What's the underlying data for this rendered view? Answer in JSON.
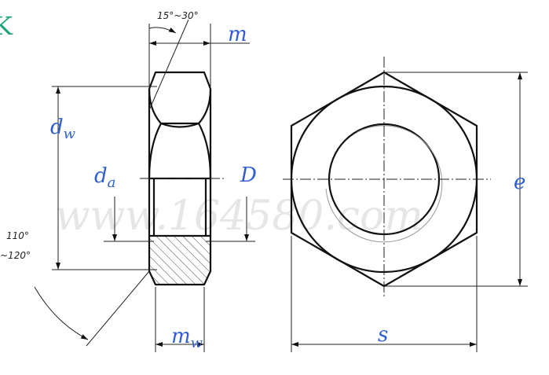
{
  "diagram": {
    "labels": {
      "d_w": "d",
      "d_w_sub": "w",
      "d_a": "d",
      "d_a_sub": "a",
      "D": "D",
      "m": "m",
      "m_w": "m",
      "m_w_sub": "w",
      "s": "s",
      "e": "e"
    },
    "angles": {
      "chamfer_top": "15°~30°",
      "countersink_line1": "110°",
      "countersink_line2": "~120°"
    },
    "watermark": "www.164580.com",
    "corner_mark": "K",
    "colors": {
      "label": "#2f5fd0",
      "line": "#111111",
      "corner_mark": "#1aa37a"
    }
  }
}
